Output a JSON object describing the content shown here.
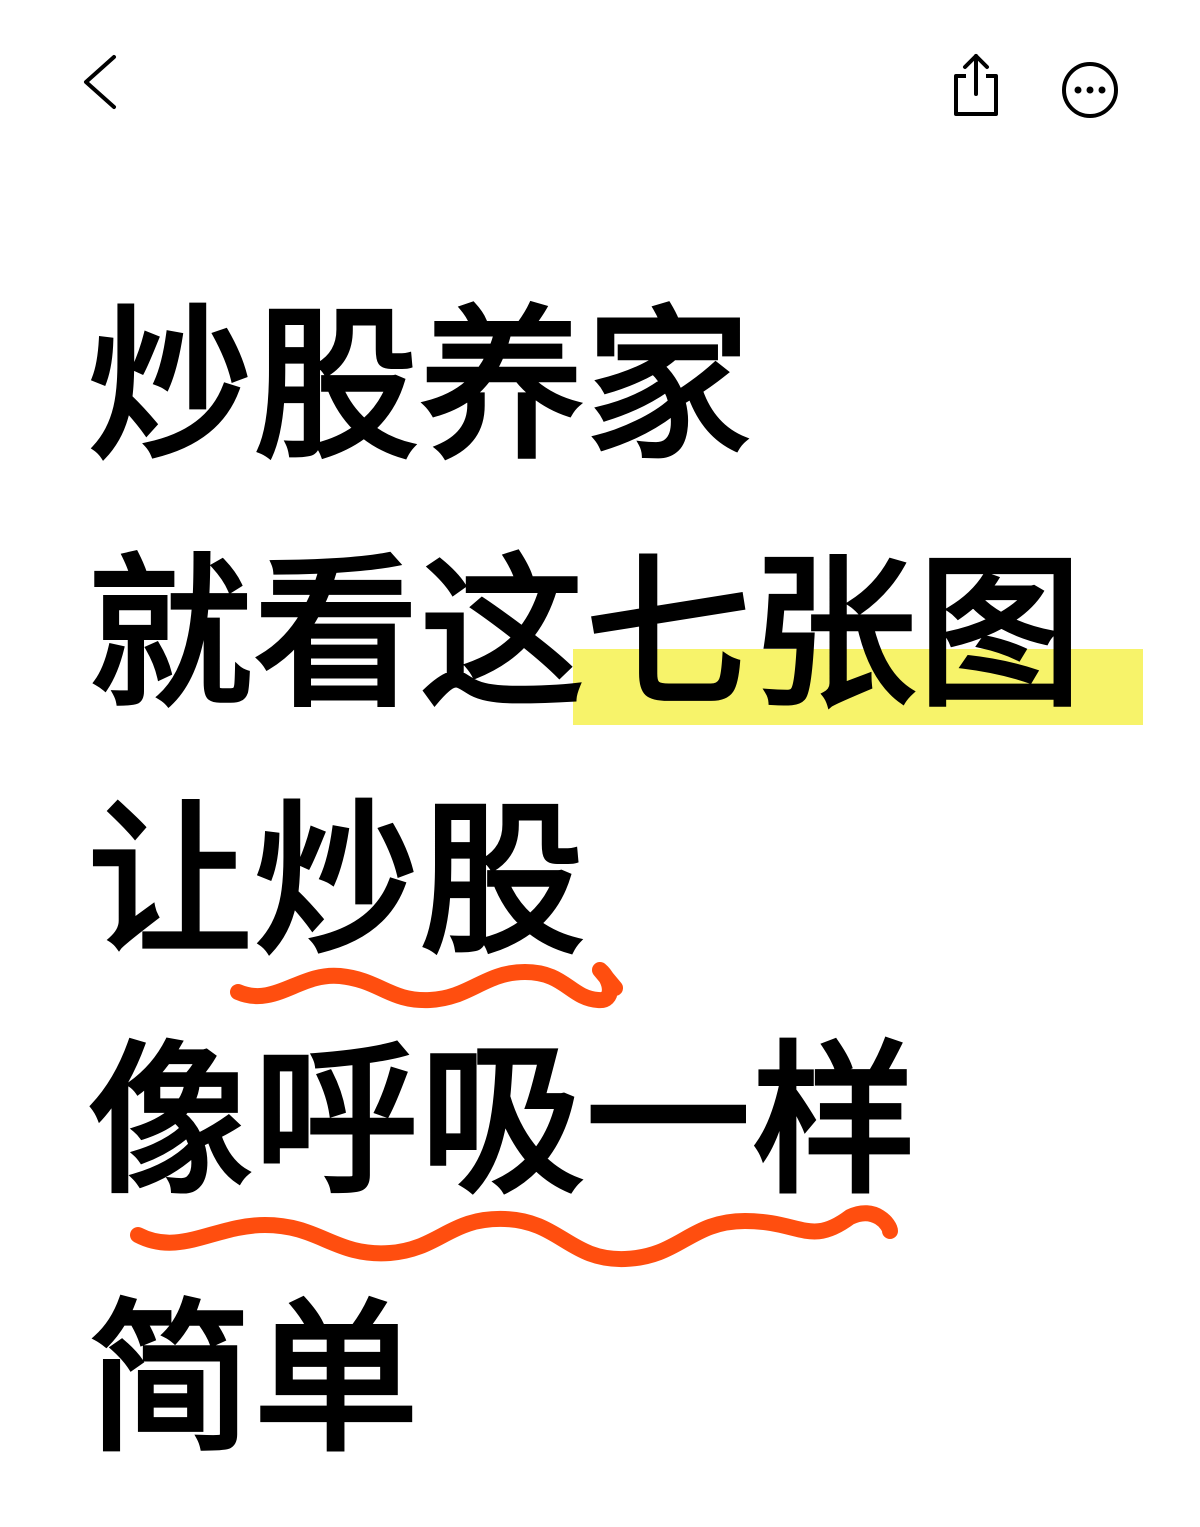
{
  "colors": {
    "text": "#000000",
    "background": "#ffffff",
    "highlight": "#f7f36a",
    "underline": "#ff4e0f"
  },
  "topbar": {
    "back_icon": "chevron-left-icon",
    "share_icon": "share-icon",
    "more_icon": "more-icon"
  },
  "poster": {
    "line1": "炒股养家",
    "line2_before": "就看这",
    "line2_highlighted": "七张图",
    "line3_before": "让",
    "line3_underlined": "炒股",
    "line4": "像呼吸一样",
    "line5": "简单"
  }
}
